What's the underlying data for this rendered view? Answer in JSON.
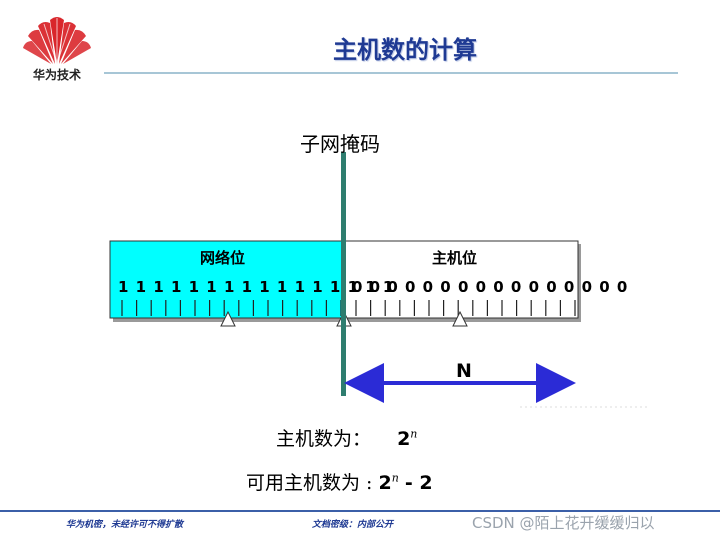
{
  "logo": {
    "text": "华为技术",
    "petal_color": "#d9262b"
  },
  "title": "主机数的计算",
  "diagram": {
    "mask_label": "子网掩码",
    "network_label": "网络位",
    "host_label": "主机位",
    "network_bits": "1 1 1 1 1 1 1 1 1 1 1 1 1 1 1 1",
    "host_bits": "0 0 0 0 0 0 0 0 0 0 0 0 0 0 0 0",
    "n_label": "N",
    "network_color": "#00ffff",
    "divider_color": "#2e7d6f",
    "arrow_color": "#2b2bd6"
  },
  "formulas": {
    "hosts_label": "主机数为：",
    "hosts_base": "2",
    "hosts_exp": "n",
    "usable_label": "可用主机数为 :",
    "usable_base": "2",
    "usable_exp": "n",
    "usable_minus": "- 2"
  },
  "footer": {
    "left": "华为机密，未经许可不得扩散",
    "middle": "文档密级：内部公开",
    "watermark": "CSDN @陌上花开缓缓归以"
  }
}
